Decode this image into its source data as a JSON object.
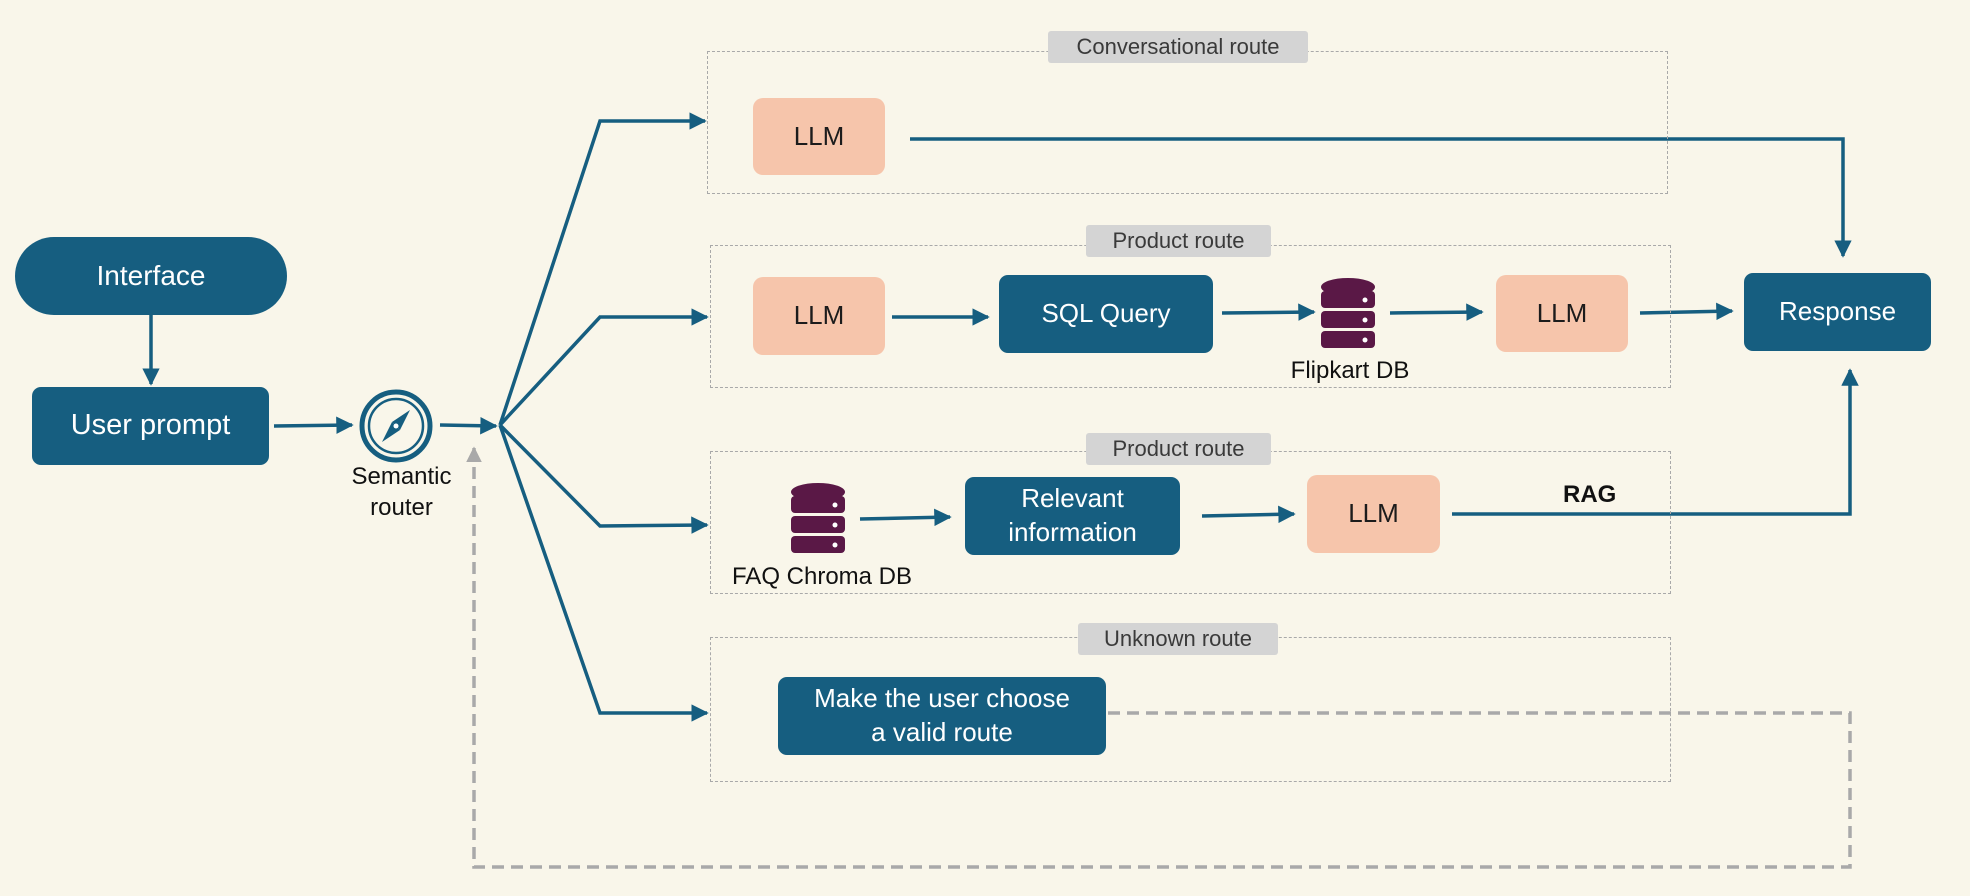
{
  "nodes": {
    "interface": "Interface",
    "user_prompt": "User prompt",
    "semantic_router": "Semantic\nrouter",
    "response": "Response"
  },
  "groups": {
    "conversational": {
      "label": "Conversational route",
      "llm": "LLM"
    },
    "product_sql": {
      "label": "Product route",
      "llm_in": "LLM",
      "sql": "SQL Query",
      "db": "Flipkart DB",
      "llm_out": "LLM"
    },
    "product_rag": {
      "label": "Product route",
      "db": "FAQ Chroma DB",
      "info": "Relevant\ninformation",
      "llm": "LLM",
      "rag": "RAG"
    },
    "unknown": {
      "label": "Unknown route",
      "action": "Make the user choose\na valid route"
    }
  },
  "colors": {
    "background": "#f9f6ea",
    "primary": "#165e80",
    "llm": "#f6c5ab",
    "db": "#5a1846",
    "dashed": "#a9a9a9",
    "label_bg": "#d4d4d4"
  },
  "icons": {
    "router": "compass-icon",
    "database": "database-icon"
  }
}
